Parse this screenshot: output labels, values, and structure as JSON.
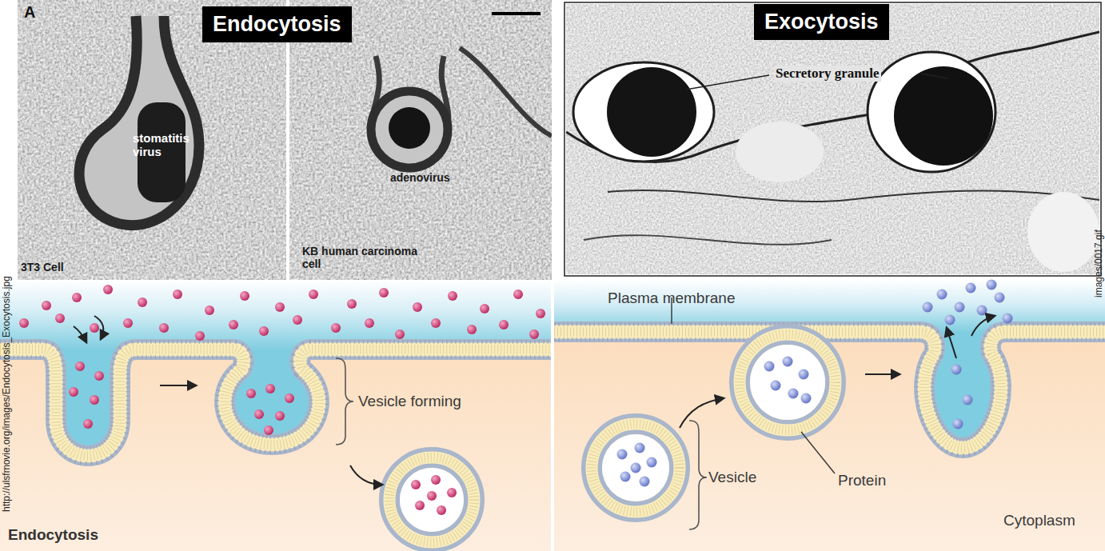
{
  "diagram": {
    "nodes": [
      {
        "text": [
          "Endocytosis"
        ]
      },
      {
        "text": [
          "Exocytosis"
        ]
      }
    ],
    "labels": [
      "A",
      "stomatitis virus",
      "3T3 Cell",
      "adenovirus",
      "KB human carcinoma cell",
      "Secretory granule",
      "http://ulsfmovie.org/images/Endocytosis_Exocytosis.jpg",
      "images/0017.gif",
      "Plasma membrane",
      "Vesicle forming",
      "Endocytosis",
      "Vesicle",
      "Protein",
      "Cytoplasm"
    ]
  }
}
